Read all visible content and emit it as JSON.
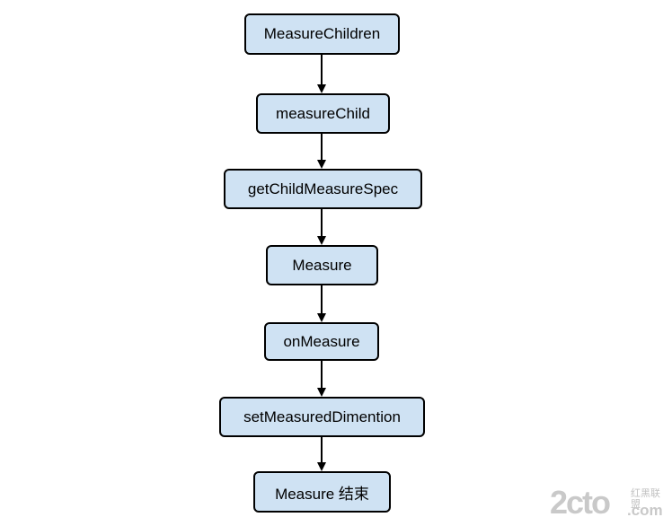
{
  "flowchart": {
    "nodes": [
      {
        "id": "n1",
        "label": "MeasureChildren"
      },
      {
        "id": "n2",
        "label": "measureChild"
      },
      {
        "id": "n3",
        "label": "getChildMeasureSpec"
      },
      {
        "id": "n4",
        "label": "Measure"
      },
      {
        "id": "n5",
        "label": "onMeasure"
      },
      {
        "id": "n6",
        "label": "setMeasuredDimention"
      },
      {
        "id": "n7",
        "label": "Measure 结束"
      }
    ],
    "edges": [
      {
        "from": "n1",
        "to": "n2"
      },
      {
        "from": "n2",
        "to": "n3"
      },
      {
        "from": "n3",
        "to": "n4"
      },
      {
        "from": "n4",
        "to": "n5"
      },
      {
        "from": "n5",
        "to": "n6"
      },
      {
        "from": "n6",
        "to": "n7"
      }
    ],
    "colors": {
      "node_fill": "#cfe2f3",
      "node_border": "#000000",
      "arrow": "#000000"
    }
  },
  "watermark": {
    "big_text": "2cto",
    "small_top": "红黑联盟",
    "small_bottom": ".com"
  }
}
